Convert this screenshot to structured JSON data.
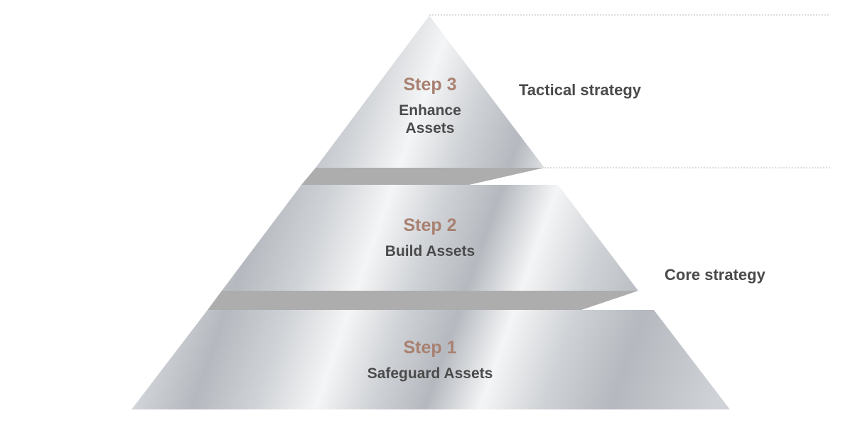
{
  "colors": {
    "step_label": "#a88070",
    "step_name": "#4a4a4a",
    "strategy_label": "#4a4a4a",
    "ledge": "#adadad",
    "dotted_line": "#bbbbbb",
    "metal_dark": "#b5b9bf",
    "metal_mid": "#cfd2d6",
    "metal_light": "#f4f5f6"
  },
  "tiers": [
    {
      "step": "Step 3",
      "name_lines": [
        "Enhance",
        "Assets"
      ]
    },
    {
      "step": "Step 2",
      "name_lines": [
        "Build Assets"
      ]
    },
    {
      "step": "Step 1",
      "name_lines": [
        "Safeguard Assets"
      ]
    }
  ],
  "strategies": {
    "tactical": "Tactical strategy",
    "core": "Core strategy"
  }
}
